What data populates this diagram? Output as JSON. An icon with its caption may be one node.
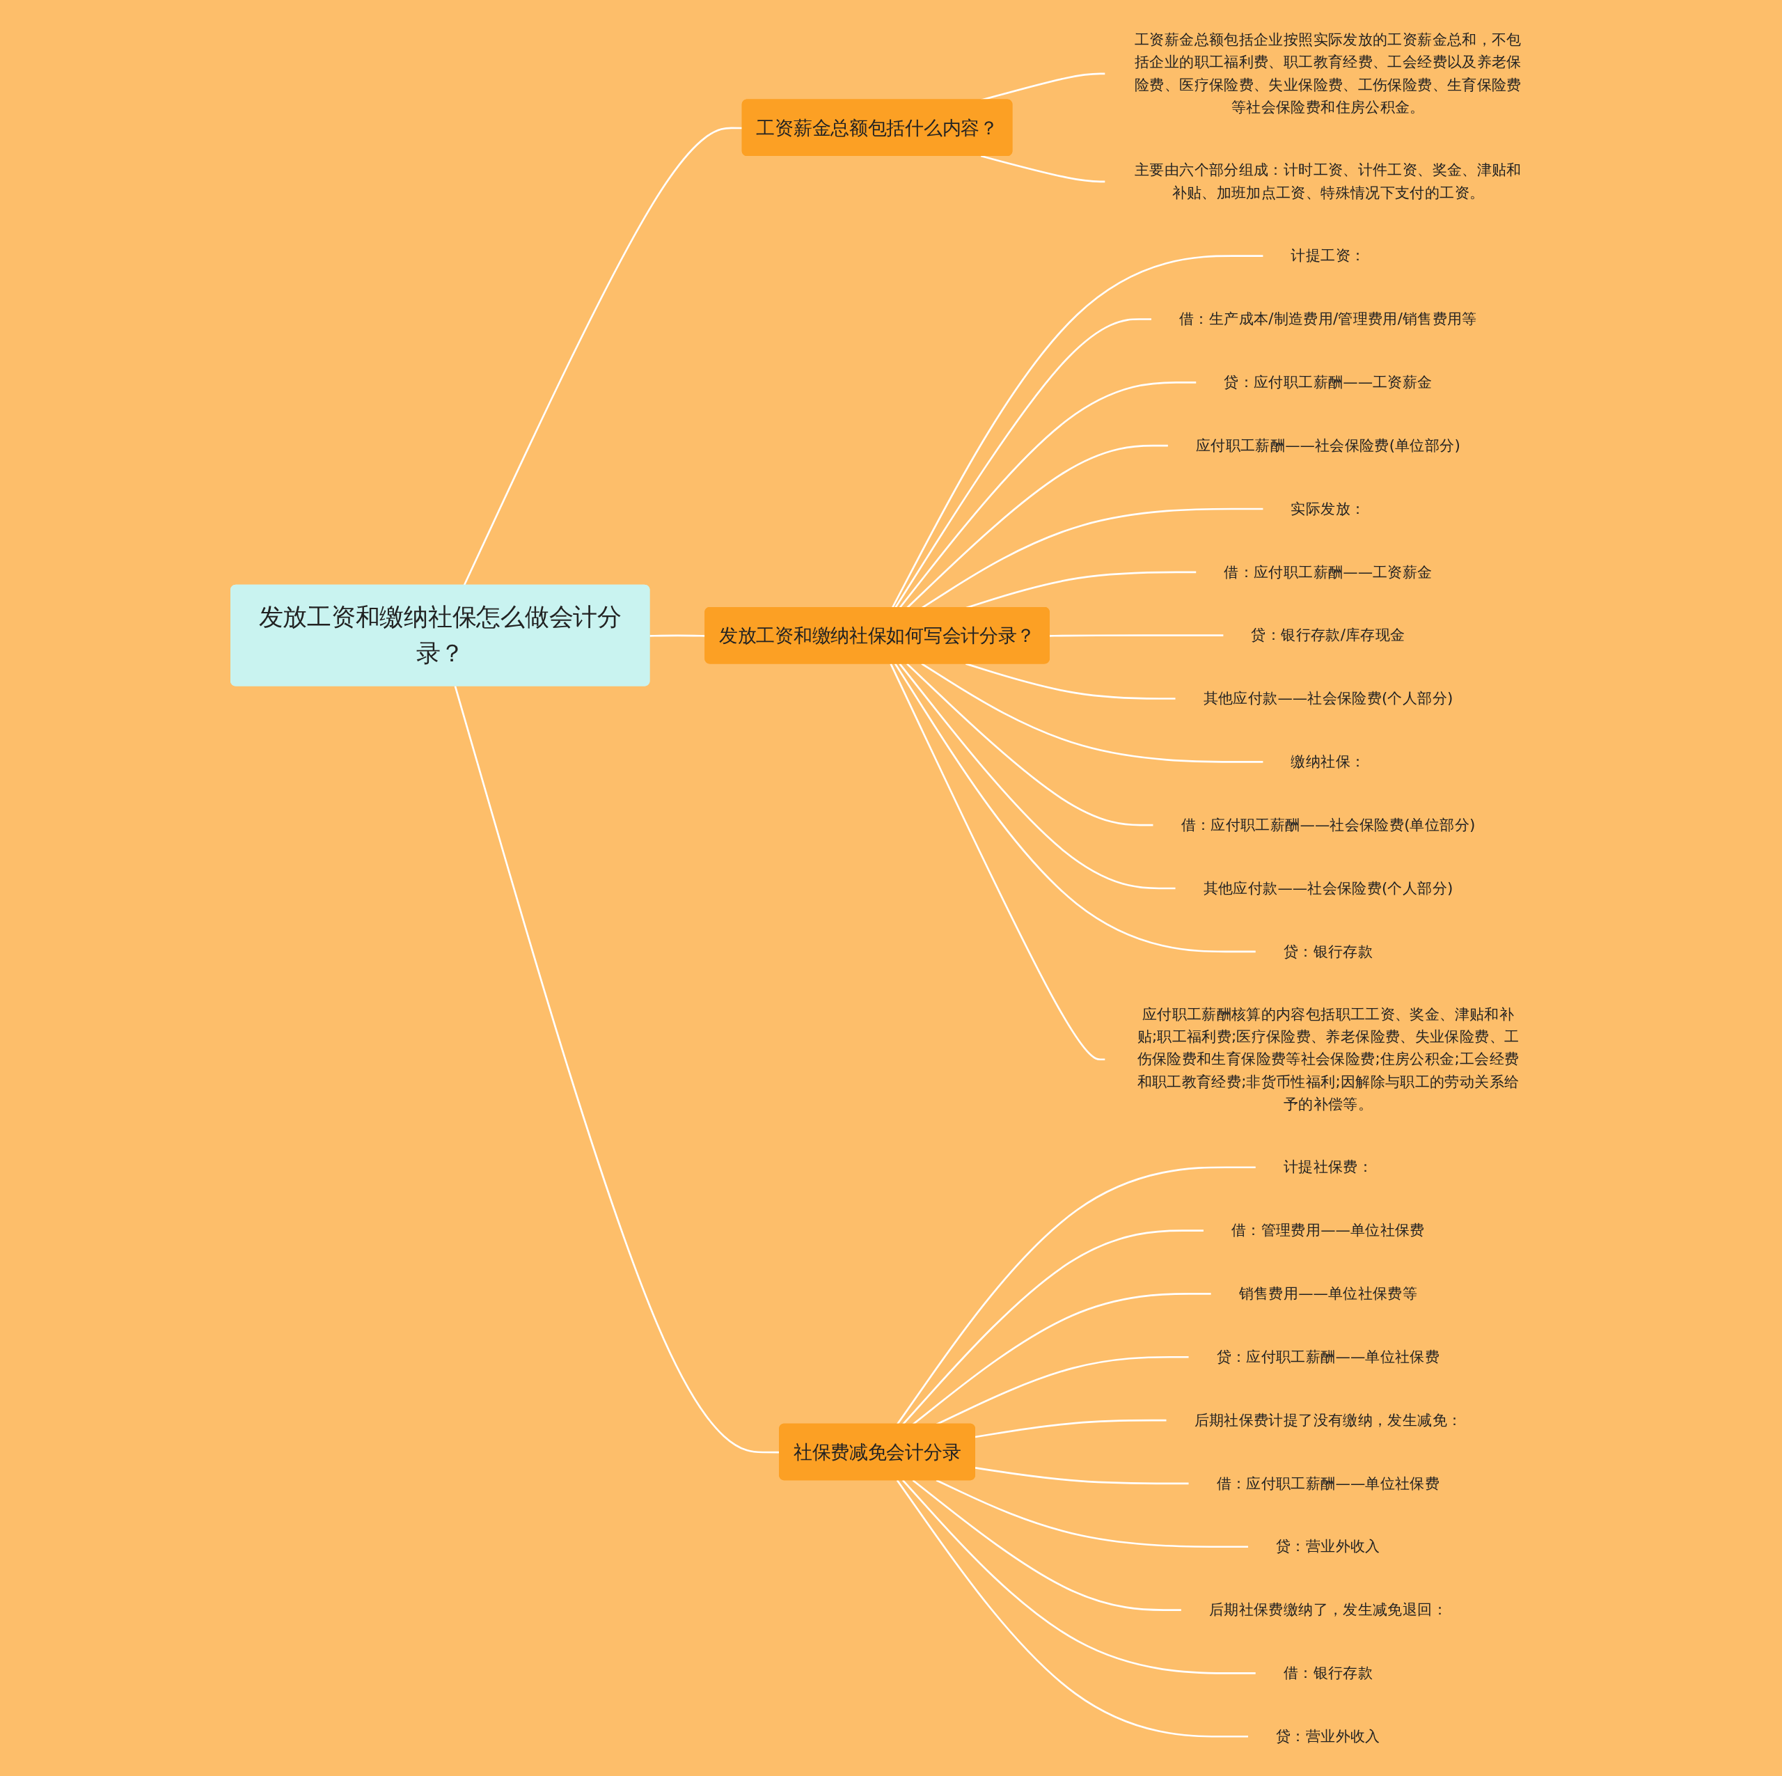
{
  "diagram": {
    "nodes": [
      {
        "text": [
          "发放工资和缴纳社保怎么做会计分录？"
        ]
      },
      {
        "text": [
          "工资薪金总额包括什么内容？"
        ]
      },
      {
        "text": [
          "工资薪金总额包括企业按照实际发放的工资薪金总和，不包括企业的职工福利费、职工教育经费、工会经费以及养老保险费、医疗保险费、失业保险费、工伤保险费、生育保险费等社会保险费和住房公积金。"
        ]
      },
      {
        "text": [
          "主要由六个部分组成：计时工资、计件工资、奖金、津贴和补贴、加班加点工资、特殊情况下支付的工资。"
        ]
      },
      {
        "text": [
          "发放工资和缴纳社保如何写会计分录？"
        ]
      },
      {
        "text": [
          "计提工资："
        ]
      },
      {
        "text": [
          "借：生产成本/制造费用/管理费用/销售费用等"
        ]
      },
      {
        "text": [
          "贷：应付职工薪酬——工资薪金"
        ]
      },
      {
        "text": [
          "应付职工薪酬——社会保险费(单位部分)"
        ]
      },
      {
        "text": [
          "实际发放："
        ]
      },
      {
        "text": [
          "借：应付职工薪酬——工资薪金"
        ]
      },
      {
        "text": [
          "贷：银行存款/库存现金"
        ]
      },
      {
        "text": [
          "其他应付款——社会保险费(个人部分)"
        ]
      },
      {
        "text": [
          "缴纳社保："
        ]
      },
      {
        "text": [
          "借：应付职工薪酬——社会保险费(单位部分)"
        ]
      },
      {
        "text": [
          "其他应付款——社会保险费(个人部分)"
        ]
      },
      {
        "text": [
          "贷：银行存款"
        ]
      },
      {
        "text": [
          "应付职工薪酬核算的内容包括职工工资、奖金、津贴和补贴;职工福利费;医疗保险费、养老保险费、失业保险费、工伤保险费和生育保险费等社会保险费;住房公积金;工会经费和职工教育经费;非货币性福利;因解除与职工的劳动关系给予的补偿等。"
        ]
      },
      {
        "text": [
          "社保费减免会计分录"
        ]
      },
      {
        "text": [
          "计提社保费："
        ]
      },
      {
        "text": [
          "借：管理费用——单位社保费"
        ]
      },
      {
        "text": [
          "销售费用——单位社保费等"
        ]
      },
      {
        "text": [
          "贷：应付职工薪酬——单位社保费"
        ]
      },
      {
        "text": [
          "后期社保费计提了没有缴纳，发生减免："
        ]
      },
      {
        "text": [
          "借：应付职工薪酬——单位社保费"
        ]
      },
      {
        "text": [
          "贷：营业外收入"
        ]
      },
      {
        "text": [
          "后期社保费缴纳了，发生减免退回："
        ]
      },
      {
        "text": [
          "借：银行存款"
        ]
      },
      {
        "text": [
          "贷：营业外收入"
        ]
      }
    ],
    "edges": [
      {
        "from": 0,
        "to": 1,
        "arrow": "none"
      },
      {
        "from": 1,
        "to": 2,
        "arrow": "none"
      },
      {
        "from": 1,
        "to": 3,
        "arrow": "none"
      },
      {
        "from": 0,
        "to": 4,
        "arrow": "none"
      },
      {
        "from": 4,
        "to": 5,
        "arrow": "none"
      },
      {
        "from": 4,
        "to": 6,
        "arrow": "none"
      },
      {
        "from": 4,
        "to": 7,
        "arrow": "none"
      },
      {
        "from": 4,
        "to": 8,
        "arrow": "none"
      },
      {
        "from": 4,
        "to": 9,
        "arrow": "none"
      },
      {
        "from": 4,
        "to": 10,
        "arrow": "none"
      },
      {
        "from": 4,
        "to": 11,
        "arrow": "none"
      },
      {
        "from": 4,
        "to": 12,
        "arrow": "none"
      },
      {
        "from": 4,
        "to": 13,
        "arrow": "none"
      },
      {
        "from": 4,
        "to": 14,
        "arrow": "none"
      },
      {
        "from": 4,
        "to": 15,
        "arrow": "none"
      },
      {
        "from": 4,
        "to": 16,
        "arrow": "none"
      },
      {
        "from": 4,
        "to": 17,
        "arrow": "none"
      },
      {
        "from": 0,
        "to": 18,
        "arrow": "none"
      },
      {
        "from": 18,
        "to": 19,
        "arrow": "none"
      },
      {
        "from": 18,
        "to": 20,
        "arrow": "none"
      },
      {
        "from": 18,
        "to": 21,
        "arrow": "none"
      },
      {
        "from": 18,
        "to": 22,
        "arrow": "none"
      },
      {
        "from": 18,
        "to": 23,
        "arrow": "none"
      },
      {
        "from": 18,
        "to": 24,
        "arrow": "none"
      },
      {
        "from": 18,
        "to": 25,
        "arrow": "none"
      },
      {
        "from": 18,
        "to": 26,
        "arrow": "none"
      },
      {
        "from": 18,
        "to": 27,
        "arrow": "none"
      },
      {
        "from": 18,
        "to": 28,
        "arrow": "none"
      }
    ]
  }
}
